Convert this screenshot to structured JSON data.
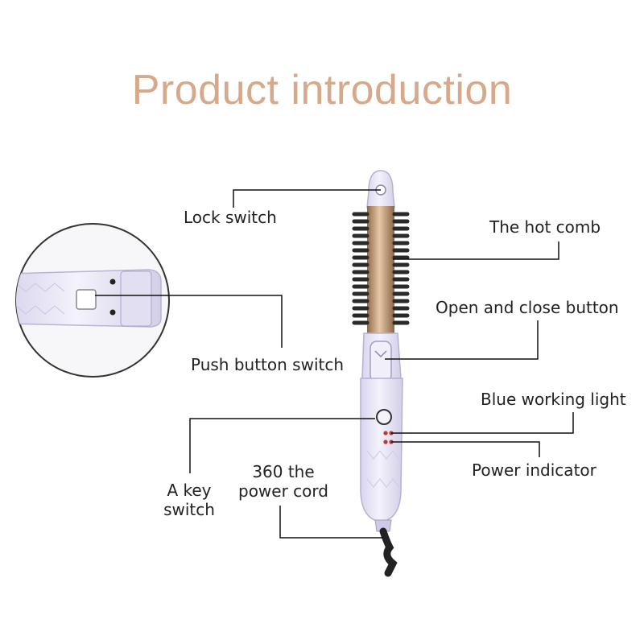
{
  "title": "Product introduction",
  "labels": {
    "lock_switch": "Lock switch",
    "hot_comb": "The hot comb",
    "open_close_button": "Open and close button",
    "push_button_switch": "Push button switch",
    "blue_working_light": "Blue working light",
    "power_indicator": "Power indicator",
    "key_switch_line1": "A key",
    "key_switch_line2": "switch",
    "power_cord_line1": "360 the",
    "power_cord_line2": "power cord"
  },
  "colors": {
    "title": "#d6a98a",
    "body_shell": "#e9e6f6",
    "barrel": "#c59a72",
    "bristles": "#2a2a2a",
    "indicator_dot": "#c0392b",
    "line": "#111111"
  },
  "icons": {
    "zoom_circle": "magnified-push-switch-detail",
    "product": "hot-air-brush-curler"
  }
}
